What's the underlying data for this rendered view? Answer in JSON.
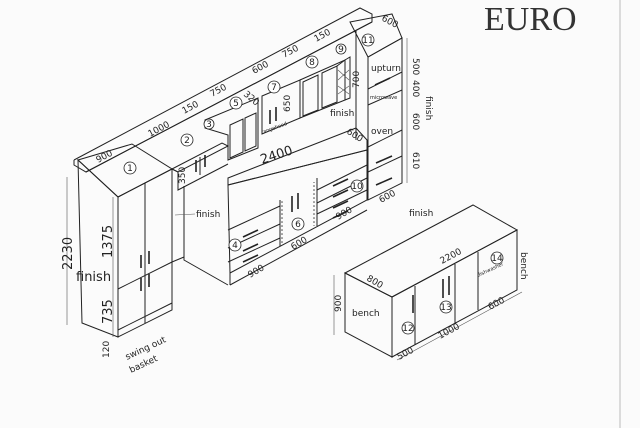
{
  "title": "EURO",
  "cabinet_numbers": [
    "1",
    "2",
    "3",
    "4",
    "5",
    "6",
    "7",
    "8",
    "9",
    "10",
    "11",
    "12",
    "13",
    "14"
  ],
  "tall_cabinet": {
    "height": "2230",
    "upper": "1375",
    "lower": "735",
    "plinth": "120",
    "width": "900",
    "note_finish": "finish",
    "note_basket_1": "swing out",
    "note_basket_2": "basket"
  },
  "wall_units": {
    "w1": "1000",
    "w2": "150",
    "w3": "750",
    "w4": "600",
    "w5": "750",
    "w6": "150",
    "depth": "320",
    "h_rangehood": "650",
    "h_right": "700",
    "h_left": "350",
    "rangehood": "rangehood",
    "finish_side": "finish"
  },
  "base_units": {
    "length": "2400",
    "depth": "600",
    "w1": "900",
    "w2": "600",
    "w3": "900",
    "finish_counter": "finish"
  },
  "tower": {
    "depth_top": "600",
    "h1": "500",
    "h2": "400",
    "h3": "600",
    "h4": "610",
    "width_bottom": "600",
    "upturn": "upturn",
    "microwave": "microwave",
    "oven": "oven",
    "finish": "finish"
  },
  "bench_unit": {
    "length": "2200",
    "depth": "800",
    "height": "900",
    "w1": "500",
    "w2": "1000",
    "w3": "600",
    "finish": "finish",
    "bench_left": "bench",
    "bench_right": "bench",
    "dishwasher": "dishwasher"
  }
}
